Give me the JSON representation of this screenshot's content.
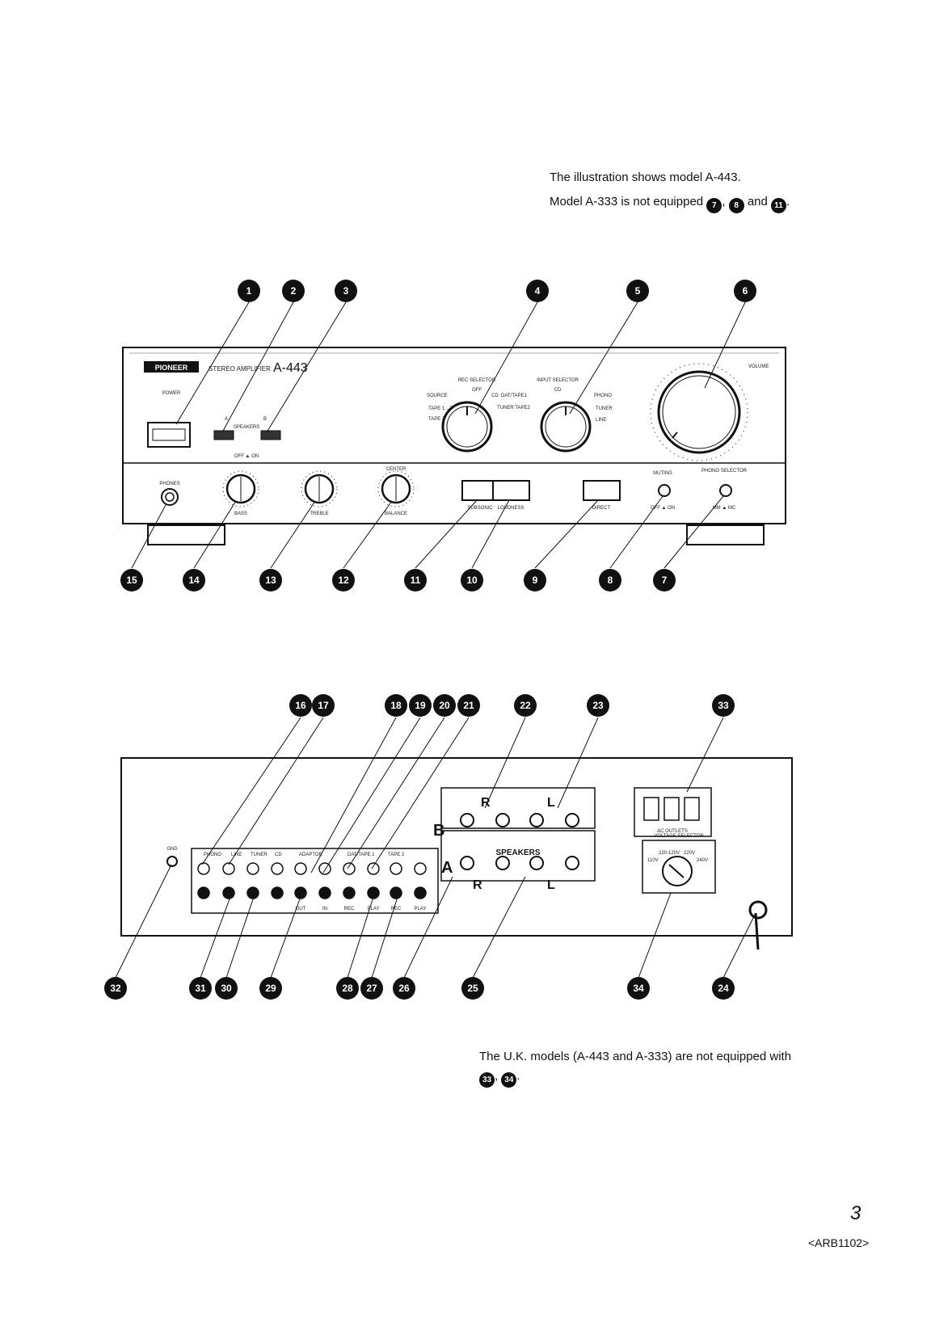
{
  "notes": {
    "top_line1": "The illustration shows model A-443.",
    "top_line2_a": "Model A-333 is not equipped",
    "top_line2_b": ",",
    "top_line2_c": "and",
    "top_line2_d": ".",
    "top_refs": [
      "7",
      "8",
      "11"
    ],
    "bottom_line": "The U.K. models (A-443 and A-333) are not equipped with",
    "bottom_refs": [
      "33",
      "34"
    ],
    "bottom_sep": ",",
    "bottom_end": "."
  },
  "front_panel": {
    "brand": "PIONEER",
    "product": "STEREO AMPLIFIER",
    "model": "A-443",
    "power_label": "POWER",
    "speakers_label": "SPEAKERS",
    "speakers_a": "A",
    "speakers_b": "B",
    "speakers_sub": "OFF ▲ ON",
    "rec_selector": "REC SELECTOR",
    "rec_off": "OFF",
    "rec_source": "SOURCE",
    "rec_cd": "CD",
    "rec_tape12": "TAPE 1→2",
    "rec_tape21": "TAPE 2→1",
    "rec_tuner_tape2": "TUNER TAPE2",
    "input_selector": "INPUT SELECTOR",
    "input_cd": "CD",
    "input_dat": "DAT/TAPE1",
    "input_phono": "PHONO",
    "input_tuner": "TUNER",
    "input_line": "LINE",
    "volume": "VOLUME",
    "phones": "PHONES",
    "bass": "BASS",
    "treble": "TREBLE",
    "balance": "BALANCE",
    "center": "CENTER",
    "subsonic": "SUBSONIC",
    "loudness": "LOUDNESS",
    "direct": "DIRECT",
    "muting": "MUTING",
    "muting_sub": "OFF ▲ ON",
    "phono_selector": "PHONO SELECTOR",
    "phono_sub": "MM ▲ MC"
  },
  "rear_panel": {
    "gnd": "GND",
    "jack_groups": [
      "PHONO",
      "LINE",
      "TUNER",
      "CD",
      "ADAPTOR",
      "DAT/TAPE 1",
      "TAPE 2"
    ],
    "jack_sub": [
      "OUT",
      "IN",
      "REC",
      "PLAY",
      "REC",
      "PLAY"
    ],
    "speakers": "SPEAKERS",
    "spk_a": "A",
    "spk_b": "B",
    "spk_r": "R",
    "spk_l": "L",
    "voltage_selector": "VOLTAGE SELECTOR",
    "outlets": "AC OUTLETS",
    "voltages": [
      "220-120V",
      "220V",
      "240V",
      "110V"
    ]
  },
  "callouts": {
    "front_top": [
      "1",
      "2",
      "3",
      "4",
      "5",
      "6"
    ],
    "front_bottom": [
      "15",
      "14",
      "13",
      "12",
      "11",
      "10",
      "9",
      "8",
      "7"
    ],
    "rear_top": [
      "16",
      "17",
      "18",
      "19",
      "20",
      "21",
      "22",
      "23",
      "33"
    ],
    "rear_bottom": [
      "32",
      "31",
      "30",
      "29",
      "28",
      "27",
      "26",
      "25",
      "34",
      "24"
    ]
  },
  "page": {
    "number": "3",
    "code": "<ARB1102>"
  }
}
